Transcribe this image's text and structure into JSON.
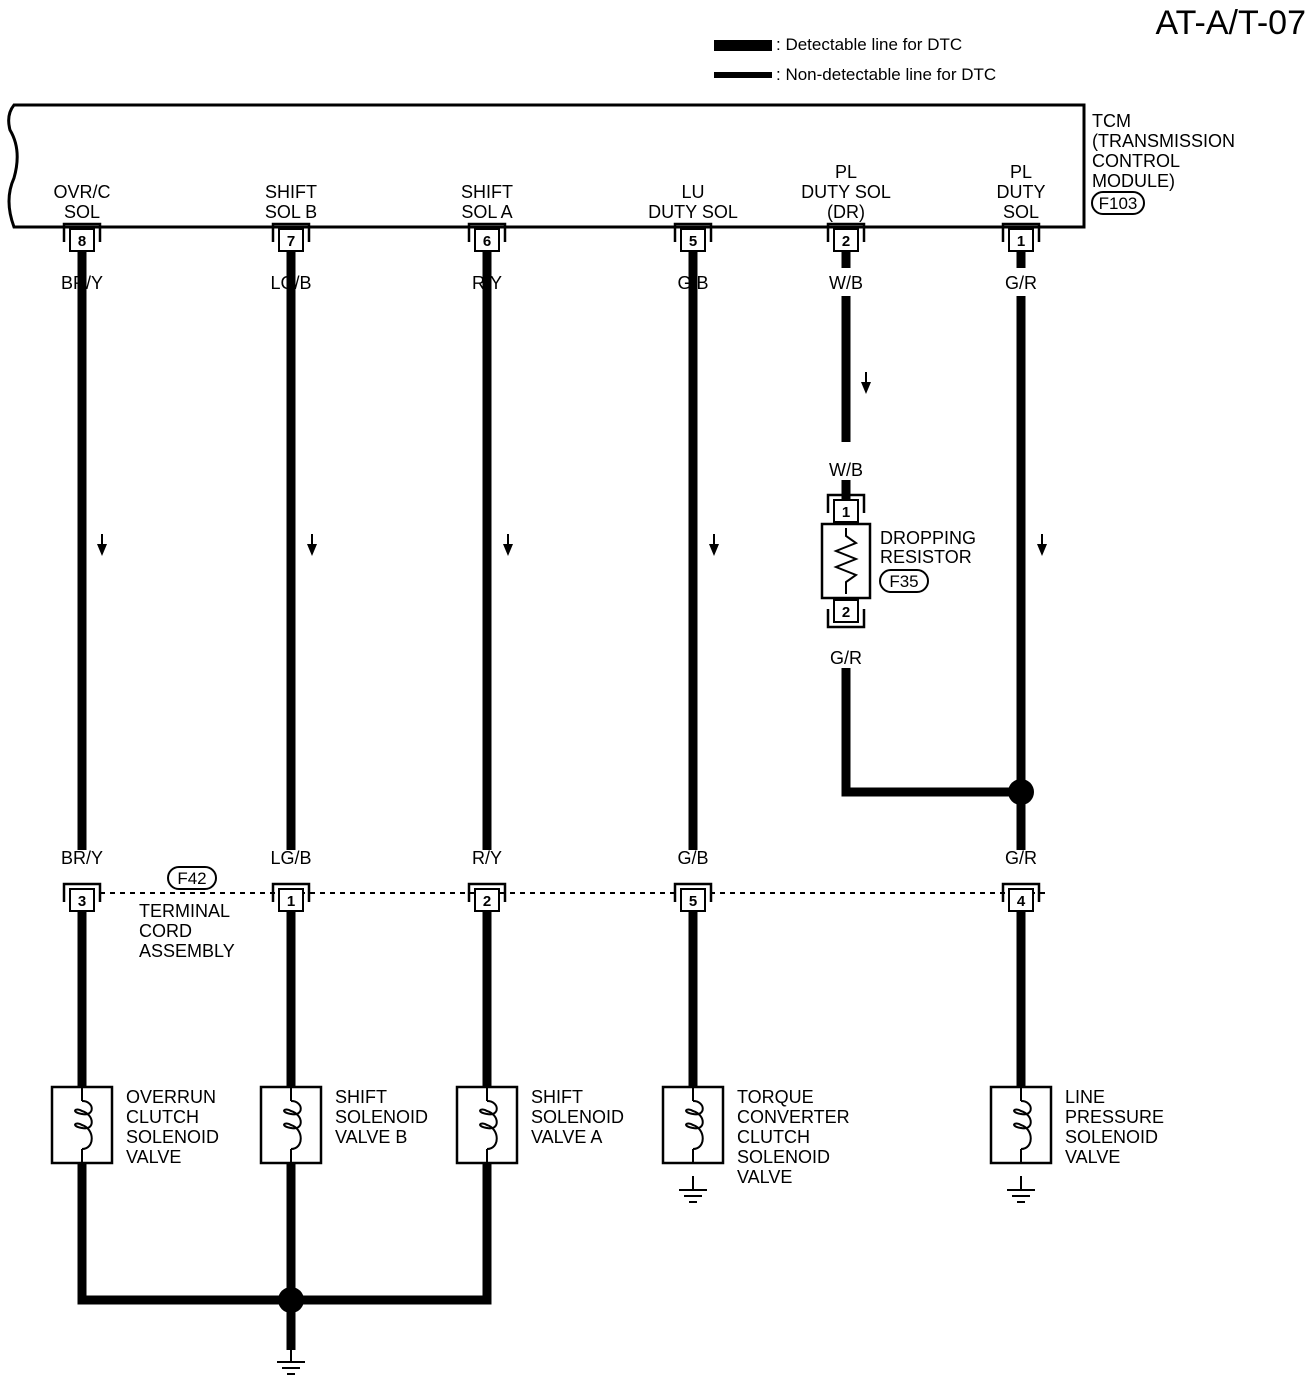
{
  "diagram_id": "AT-A/T-07",
  "legend": {
    "detectable": ": Detectable line for DTC",
    "non_detectable": ": Non-detectable line for DTC"
  },
  "tcm": {
    "name_lines": [
      "TCM",
      "(TRANSMISSION",
      "CONTROL",
      "MODULE)"
    ],
    "connector": "F103",
    "terminals": [
      {
        "pin": "8",
        "label_lines": [
          "OVR/C",
          "SOL"
        ],
        "wire": "BR/Y"
      },
      {
        "pin": "7",
        "label_lines": [
          "SHIFT",
          "SOL B"
        ],
        "wire": "LG/B"
      },
      {
        "pin": "6",
        "label_lines": [
          "SHIFT",
          "SOL A"
        ],
        "wire": "R/Y"
      },
      {
        "pin": "5",
        "label_lines": [
          "LU",
          "DUTY SOL"
        ],
        "wire": "G/B"
      },
      {
        "pin": "2",
        "label_lines": [
          "PL",
          "DUTY SOL",
          "(DR)"
        ],
        "wire": "W/B"
      },
      {
        "pin": "1",
        "label_lines": [
          "PL",
          "DUTY",
          "SOL"
        ],
        "wire": "G/R"
      }
    ]
  },
  "dropping_resistor": {
    "name_lines": [
      "DROPPING",
      "RESISTOR"
    ],
    "connector": "F35",
    "pin_in": "1",
    "pin_out": "2",
    "wire_in": "W/B",
    "wire_out": "G/R"
  },
  "terminal_cord": {
    "connector": "F42",
    "name_lines": [
      "TERMINAL",
      "CORD",
      "ASSEMBLY"
    ],
    "pins": [
      {
        "pin": "3",
        "wire": "BR/Y"
      },
      {
        "pin": "1",
        "wire": "LG/B"
      },
      {
        "pin": "2",
        "wire": "R/Y"
      },
      {
        "pin": "5",
        "wire": "G/B"
      },
      {
        "pin": "4",
        "wire": "G/R"
      }
    ]
  },
  "solenoids": [
    {
      "label_lines": [
        "OVERRUN",
        "CLUTCH",
        "SOLENOID",
        "VALVE"
      ]
    },
    {
      "label_lines": [
        "SHIFT",
        "SOLENOID",
        "VALVE B"
      ]
    },
    {
      "label_lines": [
        "SHIFT",
        "SOLENOID",
        "VALVE A"
      ]
    },
    {
      "label_lines": [
        "TORQUE",
        "CONVERTER",
        "CLUTCH",
        "SOLENOID",
        "VALVE"
      ]
    },
    {
      "label_lines": [
        "LINE",
        "PRESSURE",
        "SOLENOID",
        "VALVE"
      ]
    }
  ]
}
